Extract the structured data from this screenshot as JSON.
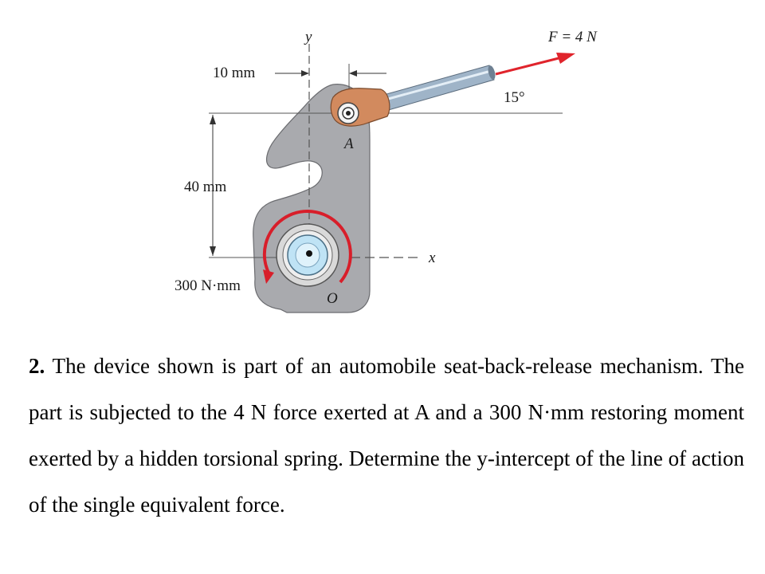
{
  "figure": {
    "axis_y": "y",
    "axis_x": "x",
    "force_label": "F = 4 N",
    "angle_label": "15°",
    "dim_top": "10 mm",
    "dim_left": "40 mm",
    "moment_label": "300 N·mm",
    "point_a": "A",
    "point_o": "O",
    "colors": {
      "plate": "#a9aaae",
      "plate_edge": "#6b6c70",
      "force_arrow": "#e0242c",
      "moment_arrow": "#d81e2a",
      "link_body": "#d28a5e",
      "rod": "#9fb4c8",
      "hub": "#bfe3f5"
    }
  },
  "problem": {
    "number": "2.",
    "text": " The device shown is part of an automobile seat-back-release mechanism. The part is subjected to the 4 N force exerted at A and a 300 N·mm restoring moment exerted by a hidden torsional spring. Determine the y-intercept of the line of action of the single equivalent force."
  }
}
